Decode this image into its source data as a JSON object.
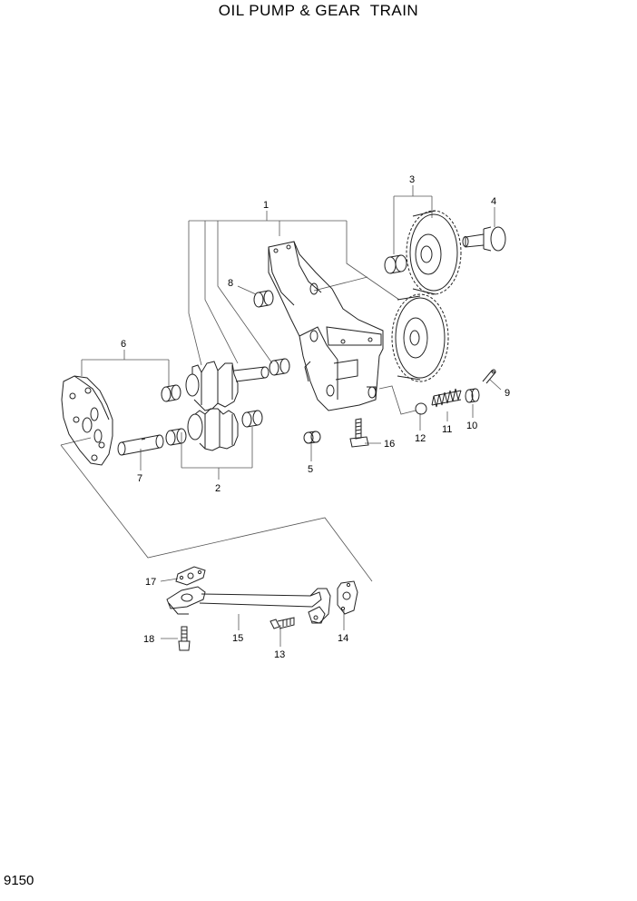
{
  "title": "OIL PUMP & GEAR  TRAIN",
  "page_number": "9150",
  "callouts": [
    "1",
    "2",
    "3",
    "4",
    "5",
    "6",
    "7",
    "8",
    "9",
    "10",
    "11",
    "12",
    "13",
    "14",
    "15",
    "16",
    "17",
    "18"
  ]
}
